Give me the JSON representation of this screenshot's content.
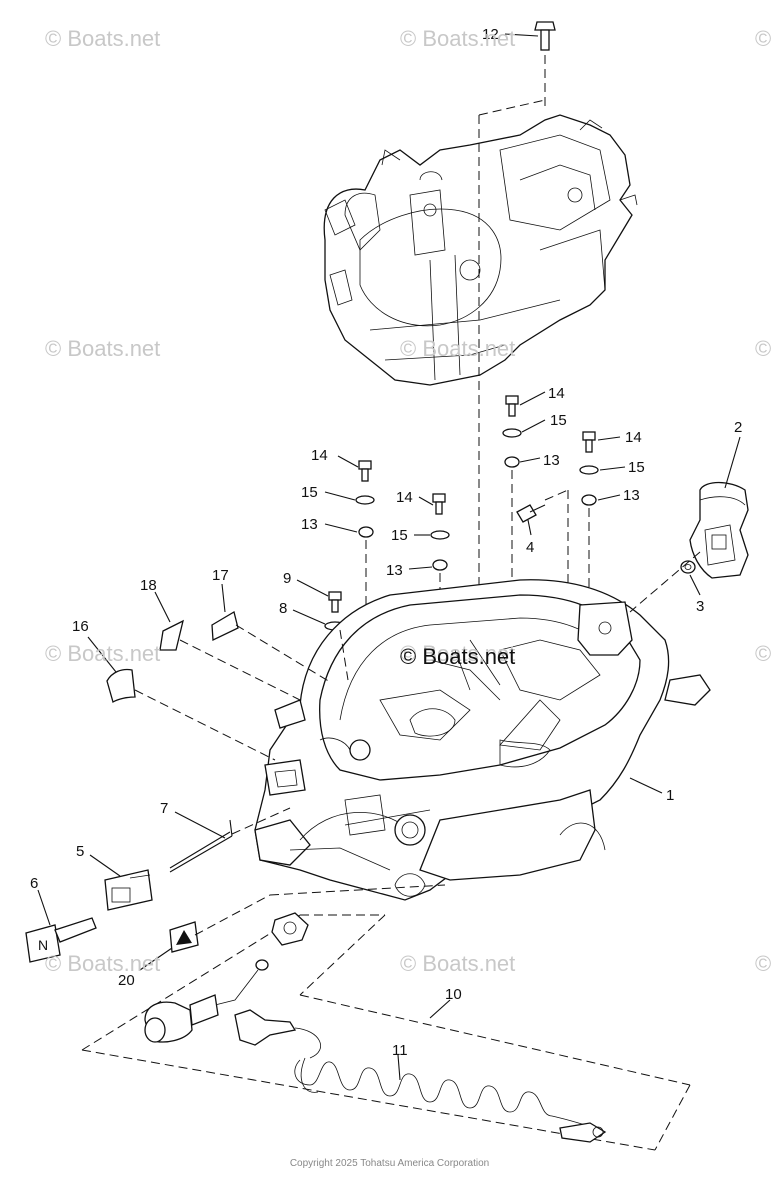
{
  "watermarks": [
    "© Boats.net",
    "© Boats.net",
    "©",
    "© Boats.net",
    "© Boats.net",
    "©",
    "© Boats.net",
    "© Boats.net",
    "©",
    "© Boats.net",
    "© Boats.net",
    "©"
  ],
  "center_watermark": "© Boats.net",
  "callouts": [
    "12",
    "2",
    "14",
    "15",
    "13",
    "14",
    "15",
    "13",
    "14",
    "15",
    "13",
    "4",
    "14",
    "15",
    "13",
    "9",
    "8",
    "3",
    "18",
    "17",
    "16",
    "1",
    "7",
    "5",
    "6",
    "20",
    "10",
    "11"
  ],
  "copyright": "Copyright 2025 Tohatsu America Corporation"
}
